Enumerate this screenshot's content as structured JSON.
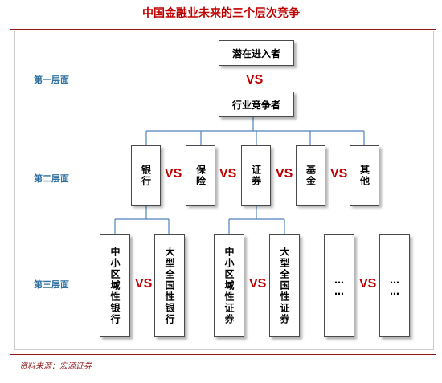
{
  "title": "中国金融业未来的三个层次竞争",
  "levels": {
    "level1": "第一层面",
    "level2": "第二层面",
    "level3": "第三层面"
  },
  "top": {
    "potential_entrants": "潜在进入者",
    "vs": "VS",
    "industry_competitors": "行业竞争者"
  },
  "sectors": [
    "银行",
    "保险",
    "证券",
    "基金",
    "其他"
  ],
  "sector_vs": [
    "VS",
    "VS",
    "VS",
    "VS"
  ],
  "level3": {
    "banks": [
      "中小区域性银行",
      "大型全国性银行"
    ],
    "banks_vs": "VS",
    "securities": [
      "中小区域性证券",
      "大型全国性证券"
    ],
    "securities_vs": "VS",
    "others": [
      "……",
      "……"
    ],
    "others_vs": "VS"
  },
  "source": "资料来源：宏源证券",
  "colors": {
    "title": "#c00000",
    "vs": "#c00000",
    "level_label": "#2e6f9e",
    "connector": "#4f81bd",
    "rule": "#8b1a1a"
  }
}
